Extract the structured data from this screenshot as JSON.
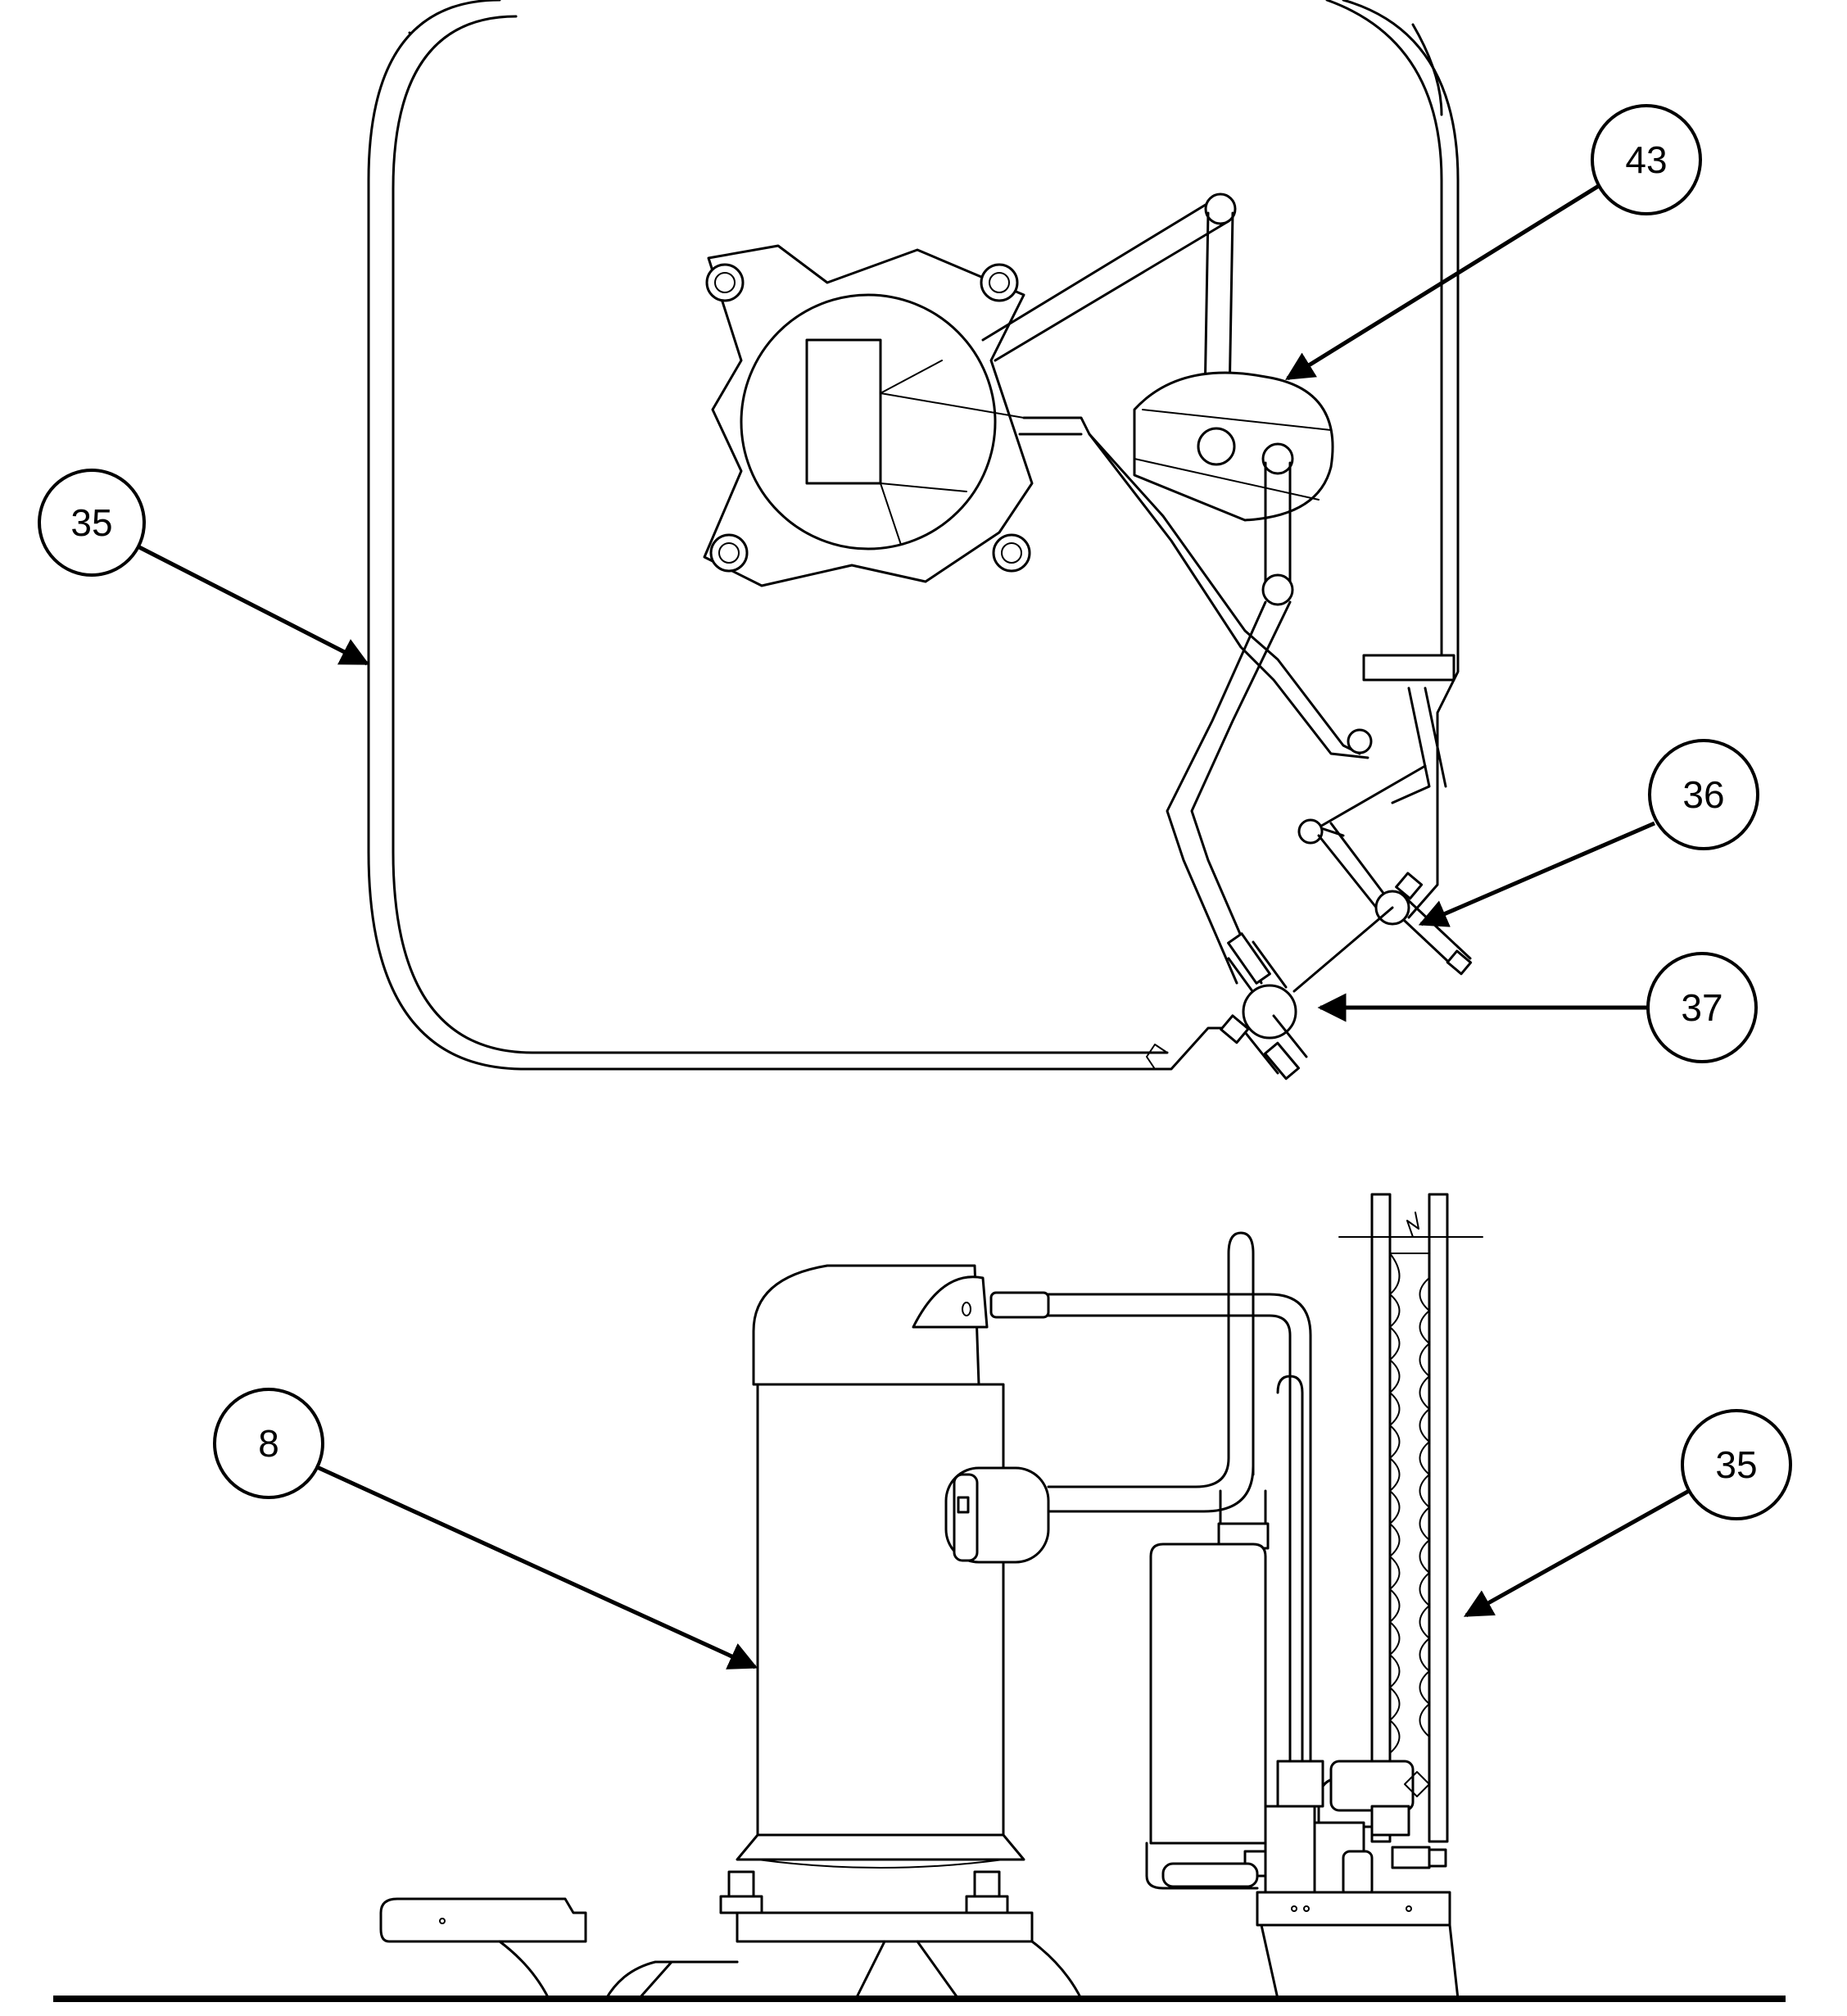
{
  "callouts": {
    "c43": "43",
    "c35_top": "35",
    "c36": "36",
    "c37": "37",
    "c8": "8",
    "c35_bottom": "35"
  }
}
